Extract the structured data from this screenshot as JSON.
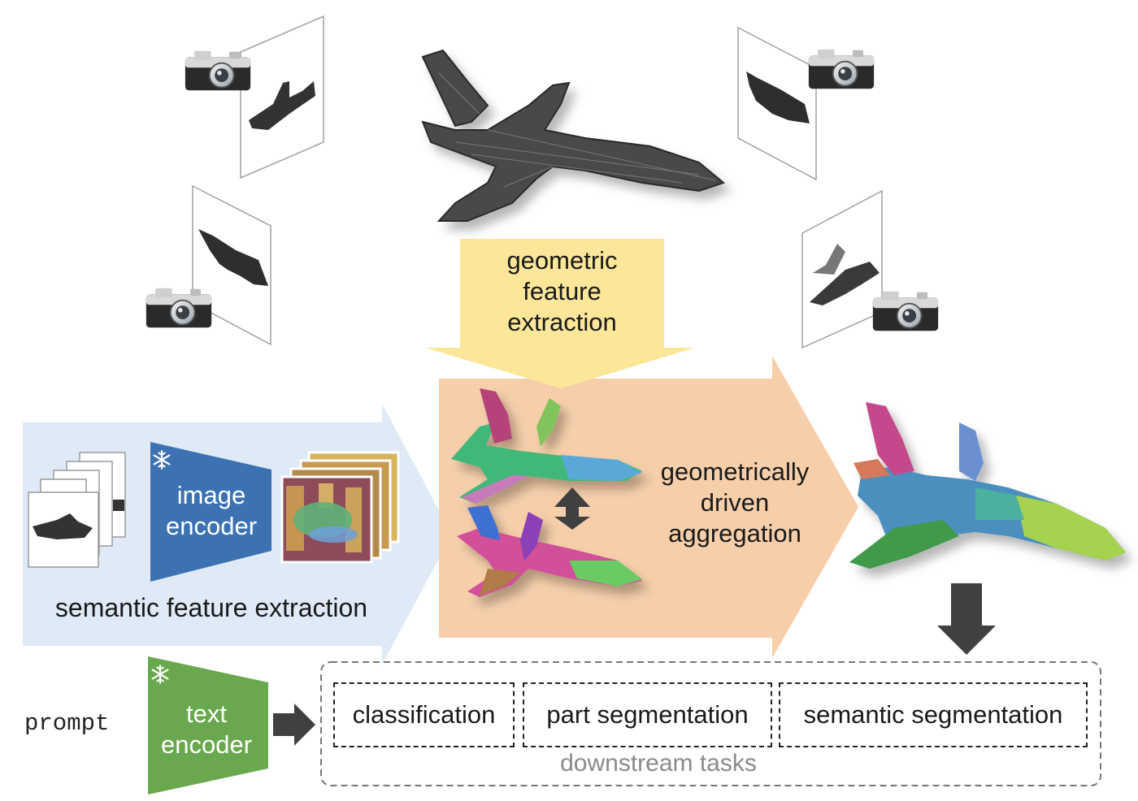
{
  "labels": {
    "geometric": [
      "geometric",
      "feature",
      "extraction"
    ],
    "aggregation": [
      "geometrically",
      "driven",
      "aggregation"
    ],
    "semantic": "semantic feature extraction",
    "image_encoder": [
      "image",
      "encoder"
    ],
    "text_encoder": [
      "text",
      "encoder"
    ],
    "prompt": "prompt",
    "downstream": "downstream tasks"
  },
  "tasks": [
    "classification",
    "part segmentation",
    "semantic segmentation"
  ],
  "icons": [
    "camera-icon",
    "snowflake-icon",
    "airplane-point-cloud",
    "double-arrow-icon",
    "down-arrow-icon",
    "right-arrow-icon"
  ],
  "colors": {
    "yellow_arrow": "#fbe69a",
    "orange_arrow": "#f6cfaa",
    "blue_panel": "#dfeaf6",
    "image_encoder": "#3c72b2",
    "text_encoder": "#6aa84f",
    "dark_arrow": "#404040"
  }
}
